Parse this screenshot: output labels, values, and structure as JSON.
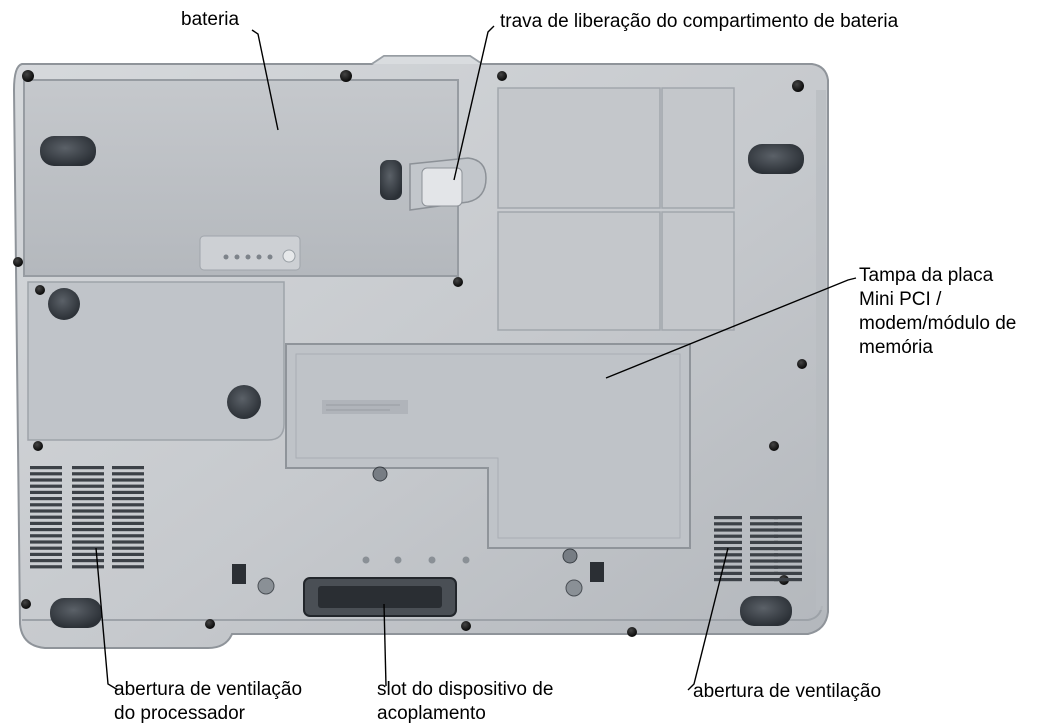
{
  "labels": {
    "battery": "bateria",
    "battery_latch": "trava de liberação do compartimento de bateria",
    "minipci_cover": [
      "Tampa da placa",
      "Mini PCI /",
      "modem/módulo de",
      "memória"
    ],
    "processor_vent": [
      "abertura de ventilação",
      "do processador"
    ],
    "docking_slot": [
      "slot do dispositivo de",
      "acoplamento"
    ],
    "air_vent": "abertura de ventilação"
  },
  "colors": {
    "chassis": "#c9ccd0",
    "panel": "#bcc0c5",
    "edge": "#8d9298",
    "foot": "#3d4248",
    "leader": "#000000"
  }
}
